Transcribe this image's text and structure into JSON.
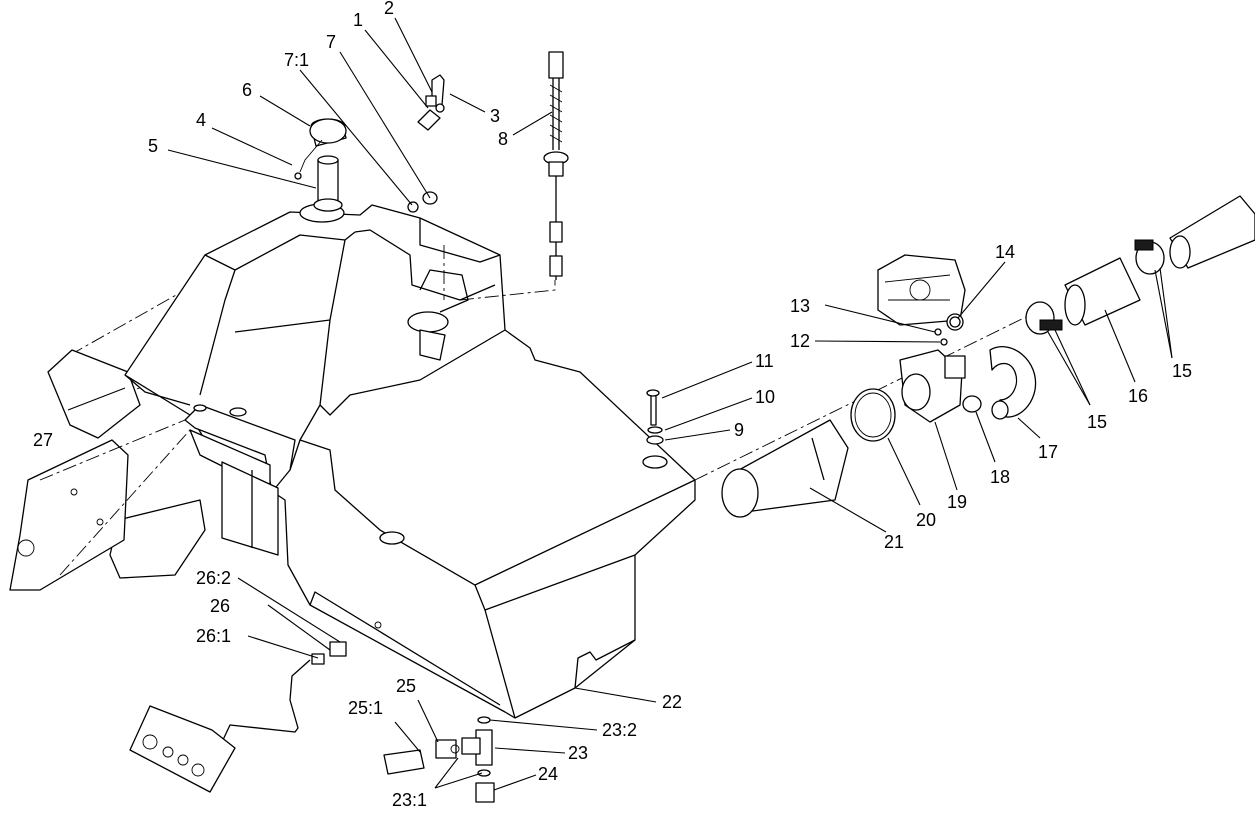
{
  "callouts": [
    {
      "id": "c1",
      "label": "1"
    },
    {
      "id": "c2",
      "label": "2"
    },
    {
      "id": "c3",
      "label": "3"
    },
    {
      "id": "c4",
      "label": "4"
    },
    {
      "id": "c5",
      "label": "5"
    },
    {
      "id": "c6",
      "label": "6"
    },
    {
      "id": "c7",
      "label": "7"
    },
    {
      "id": "c7_1",
      "label": "7:1"
    },
    {
      "id": "c8",
      "label": "8"
    },
    {
      "id": "c9",
      "label": "9"
    },
    {
      "id": "c10",
      "label": "10"
    },
    {
      "id": "c11",
      "label": "11"
    },
    {
      "id": "c12",
      "label": "12"
    },
    {
      "id": "c13",
      "label": "13"
    },
    {
      "id": "c14",
      "label": "14"
    },
    {
      "id": "c15a",
      "label": "15"
    },
    {
      "id": "c15b",
      "label": "15"
    },
    {
      "id": "c16",
      "label": "16"
    },
    {
      "id": "c17",
      "label": "17"
    },
    {
      "id": "c18",
      "label": "18"
    },
    {
      "id": "c19",
      "label": "19"
    },
    {
      "id": "c20",
      "label": "20"
    },
    {
      "id": "c21",
      "label": "21"
    },
    {
      "id": "c22",
      "label": "22"
    },
    {
      "id": "c23",
      "label": "23"
    },
    {
      "id": "c23_1",
      "label": "23:1"
    },
    {
      "id": "c23_2",
      "label": "23:2"
    },
    {
      "id": "c24",
      "label": "24"
    },
    {
      "id": "c25",
      "label": "25"
    },
    {
      "id": "c25_1",
      "label": "25:1"
    },
    {
      "id": "c26",
      "label": "26"
    },
    {
      "id": "c26_1",
      "label": "26:1"
    },
    {
      "id": "c26_2",
      "label": "26:2"
    },
    {
      "id": "c27",
      "label": "27"
    }
  ]
}
